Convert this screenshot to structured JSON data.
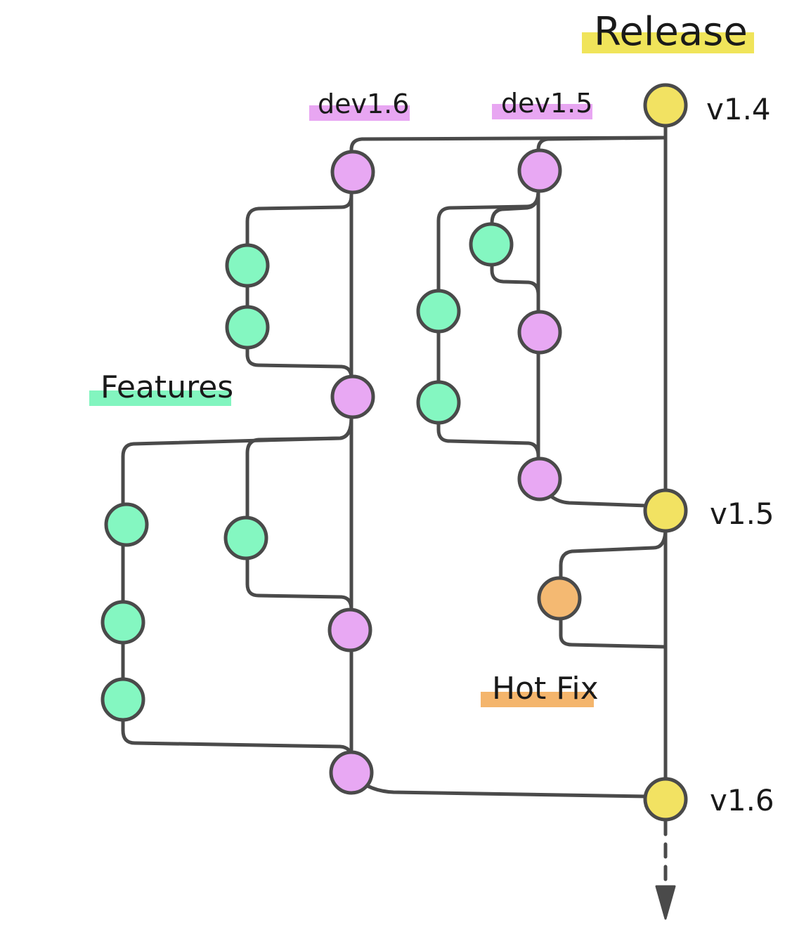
{
  "labels": {
    "release": "Release",
    "dev16": "dev1.6",
    "dev15": "dev1.5",
    "features": "Features",
    "hotfix": "Hot Fix"
  },
  "versions": {
    "v14": "v1.4",
    "v15": "v1.5",
    "v16": "v1.6"
  },
  "colors": {
    "release": "#f2e262",
    "dev": "#e8a8f3",
    "feature": "#84f7c1",
    "hotfix": "#f4b972",
    "line": "#4a4a4a",
    "release_highlight": "#f0e45a",
    "dev_highlight": "#e8a6f2",
    "feature_highlight": "#82f5bf",
    "hotfix_highlight": "#f4b56c"
  }
}
